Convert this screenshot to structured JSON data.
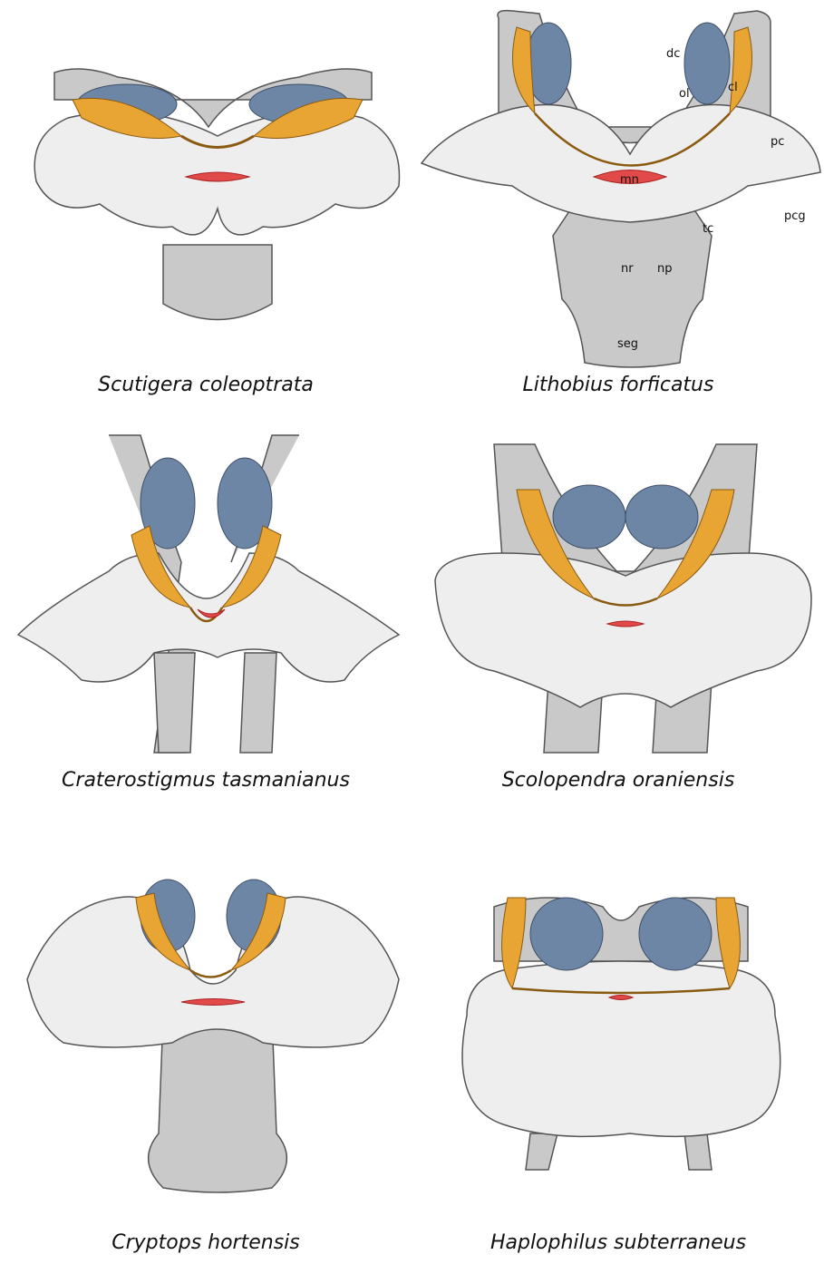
{
  "colors": {
    "brain_fill": "#eeeeee",
    "dark_fill": "#c9c9c9",
    "stroke": "#555555",
    "mushroom_body": "#e8a534",
    "olfactory_lobe": "#6e86a6",
    "median_nucleus": "#e24a4a"
  },
  "panels": [
    {
      "species": "Scutigera coleoptrata"
    },
    {
      "species": "Lithobius forficatus"
    },
    {
      "species": "Craterostigmus tasmanianus"
    },
    {
      "species": "Scolopendra oraniensis"
    },
    {
      "species": "Cryptops hortensis"
    },
    {
      "species": "Haplophilus subterraneus"
    }
  ],
  "labels": {
    "dc": "dc",
    "ol": "ol",
    "cl": "cl",
    "pc": "pc",
    "mn": "mn",
    "pcg": "pcg",
    "tc": "tc",
    "nr": "nr",
    "np": "np",
    "seg": "seg"
  }
}
